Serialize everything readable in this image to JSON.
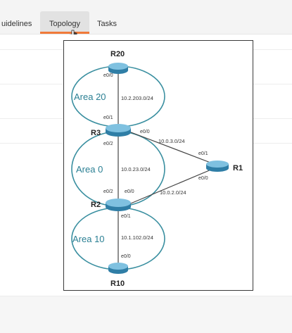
{
  "tabs": [
    {
      "label": "uidelines"
    },
    {
      "label": "Topology"
    },
    {
      "label": "Tasks"
    }
  ],
  "colors": {
    "active_tab_underline": "#f07a3a",
    "area_ring": "#3a8fa0",
    "router_body": "#5aa7cc",
    "area_label": "#2a7f93"
  },
  "topology": {
    "routers": {
      "r20": "R20",
      "r3": "R3",
      "r2": "R2",
      "r1": "R1",
      "r10": "R10"
    },
    "areas": {
      "area20": "Area 20",
      "area0": "Area 0",
      "area10": "Area 10"
    },
    "subnets": {
      "r20_r3": "10.2.203.0/24",
      "r3_r2": "10.0.23.0/24",
      "r3_r1": "10.0.3.0/24",
      "r2_r1": "10.0.2.0/24",
      "r2_r10": "10.1.102.0/24"
    },
    "interfaces": {
      "r20_e00": "e0/0",
      "r3_e01": "e0/1",
      "r3_e00": "e0/0",
      "r3_e02": "e0/2",
      "r1_e01": "e0/1",
      "r1_e00": "e0/0",
      "r2_e02": "e0/2",
      "r2_e00": "e0/0",
      "r2_e01": "e0/1",
      "r10_e00": "e0/0"
    }
  }
}
